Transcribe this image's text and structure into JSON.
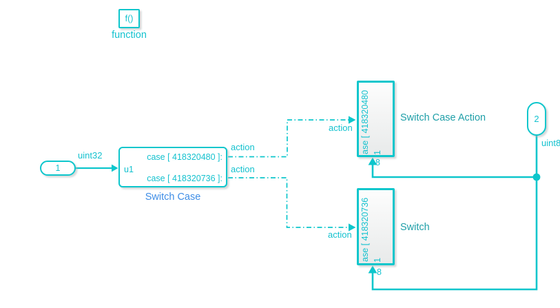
{
  "colors": {
    "wire": "#0dc6cc",
    "cyanText": "#14c2cf",
    "tealName": "#1f9fa8",
    "blueName": "#3e8de6",
    "fillTop": "#fdfdfd",
    "fillBottom": "#e8eaea",
    "canvasBg": "#ffffff"
  },
  "diagram": {
    "function_call": {
      "icon": "f()",
      "name": "function"
    },
    "inport": {
      "label": "1",
      "signal_type": "uint32"
    },
    "switch_case": {
      "name": "Switch Case",
      "input_port": "u1",
      "case_ports": [
        "case [ 418320480 ]:",
        "case [ 418320736 ]:"
      ]
    },
    "switch_case_action": {
      "name": "Switch Case Action",
      "side_label": "ase [ 418320480",
      "port_number": "1"
    },
    "switch_block": {
      "name": "Switch",
      "side_label": "ase [ 418320736",
      "port_number": "1"
    },
    "outport": {
      "label": "2",
      "signal_type": "uint8"
    },
    "action_label": "action",
    "bus_width": "8"
  }
}
